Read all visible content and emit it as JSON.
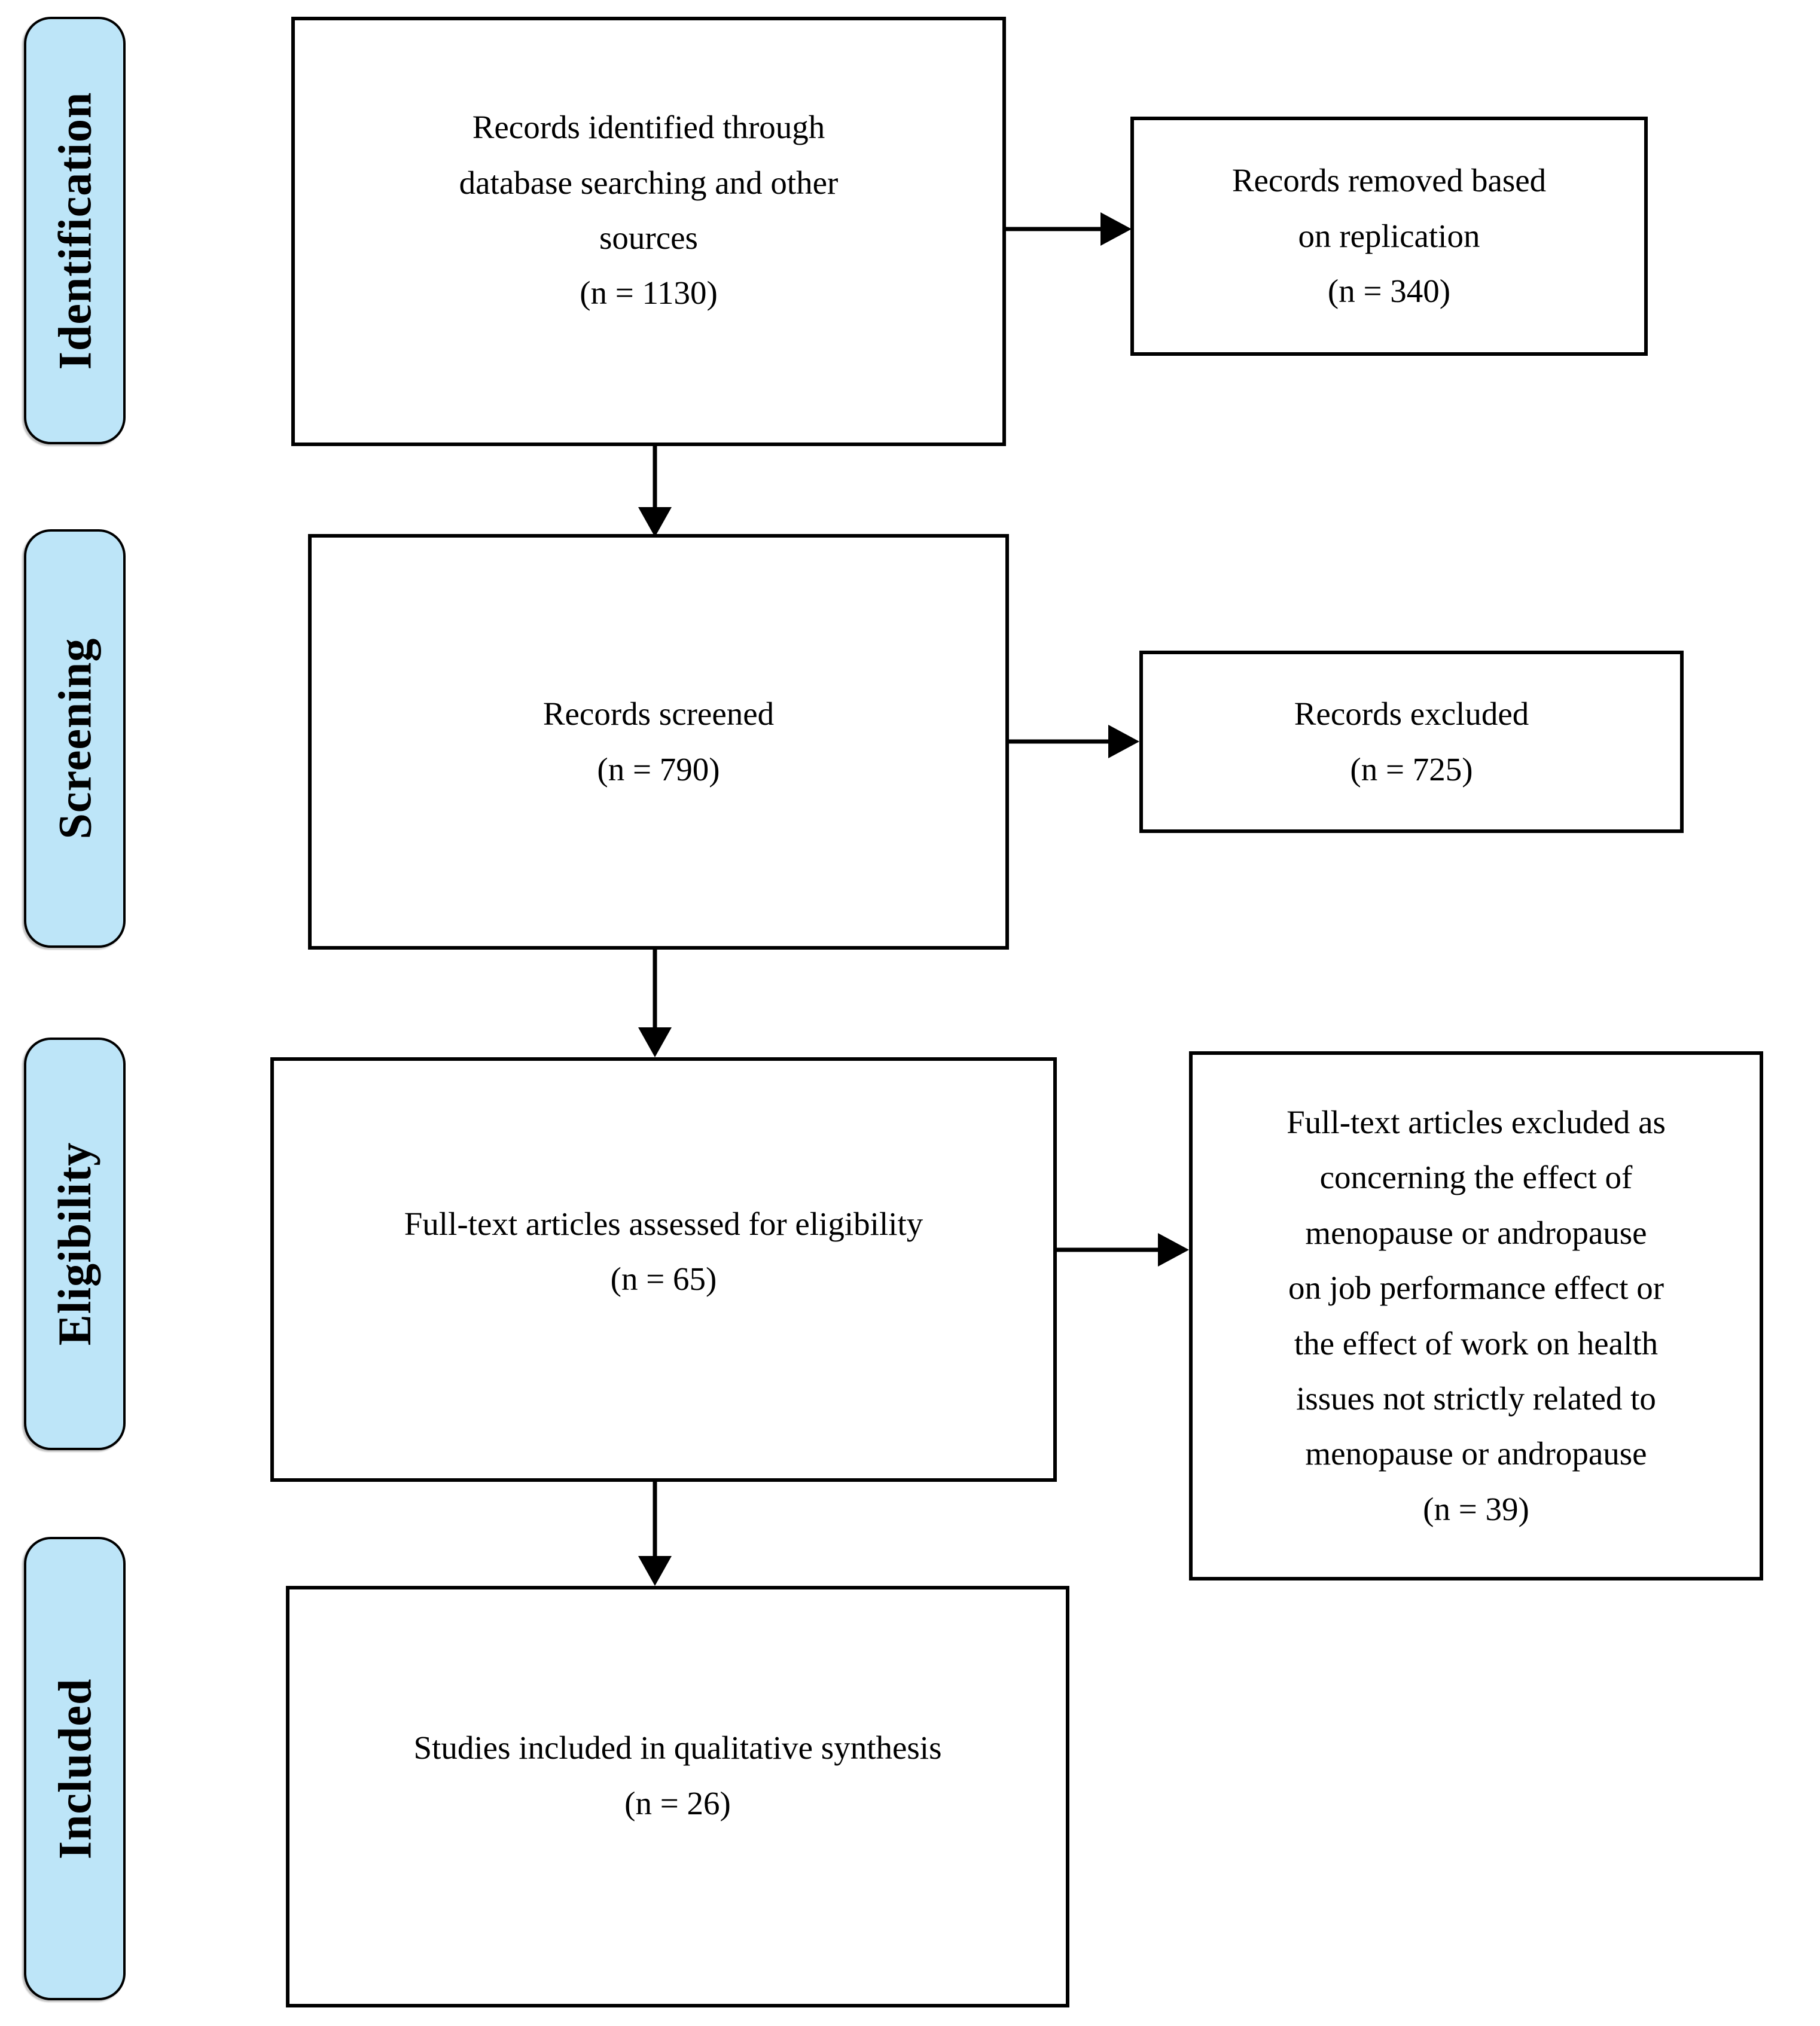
{
  "figure": {
    "stages": [
      {
        "label": "Identification"
      },
      {
        "label": "Screening"
      },
      {
        "label": "Eligibility"
      },
      {
        "label": "Included"
      }
    ],
    "boxes": {
      "identified": {
        "lines": [
          "Records identified through",
          "database searching and other",
          "sources",
          "(n = 1130)"
        ],
        "n": 1130
      },
      "removed": {
        "lines": [
          "Records removed based",
          "on replication",
          "(n = 340)"
        ],
        "n": 340
      },
      "screened": {
        "lines": [
          "Records screened",
          "(n = 790)"
        ],
        "n": 790
      },
      "excluded": {
        "lines": [
          "Records excluded",
          "(n = 725)"
        ],
        "n": 725
      },
      "fulltext_assessed": {
        "lines": [
          "Full-text articles assessed for eligibility",
          "(n = 65)"
        ],
        "n": 65
      },
      "fulltext_excluded": {
        "lines": [
          "Full-text articles excluded as",
          "concerning the effect of",
          "menopause or andropause",
          "on job performance effect or",
          "the effect of work on health",
          "issues not strictly related to",
          "menopause or andropause",
          "(n = 39)"
        ],
        "n": 39
      },
      "included_studies": {
        "lines": [
          "Studies included in qualitative synthesis",
          "(n = 26)"
        ],
        "n": 26
      }
    },
    "colors": {
      "stage_fill": "#BDE5F8",
      "stage_border": "#000000",
      "box_fill": "#FFFFFF",
      "box_border": "#000000",
      "arrow": "#000000",
      "background": "#FFFFFF"
    }
  }
}
